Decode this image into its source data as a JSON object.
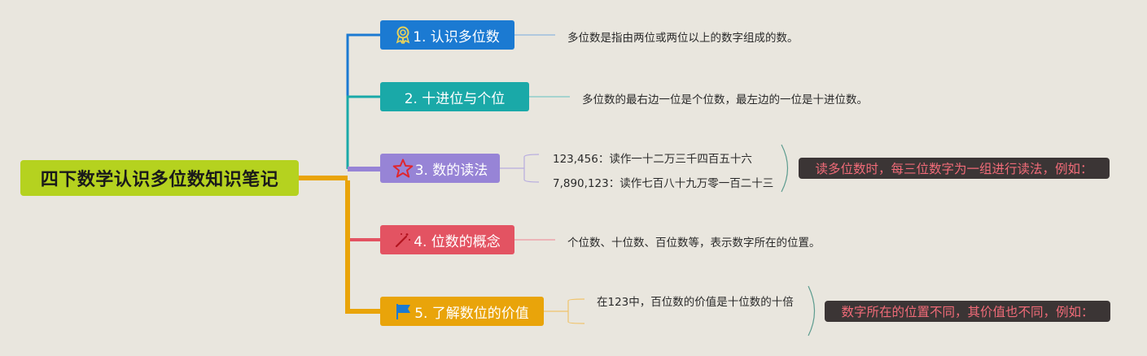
{
  "root": {
    "title": "四下数学认识多位数知识笔记"
  },
  "branches": [
    {
      "label": "1. 认识多位数",
      "icon": "award-ribbon-icon",
      "color": "#1b7ad2",
      "notes": [
        "多位数是指由两位或两位以上的数字组成的数。"
      ]
    },
    {
      "label": "2. 十进位与个位",
      "icon": "",
      "color": "#1aa9a8",
      "notes": [
        "多位数的最右边一位是个位数，最左边的一位是十进位数。"
      ]
    },
    {
      "label": "3. 数的读法",
      "icon": "star-icon",
      "color": "#9784d6",
      "notes": [
        "123,456：读作一十二万三千四百五十六",
        "7,890,123：读作七百八十九万零一百二十三"
      ],
      "callout": "读多位数时，每三位数字为一组进行读法，例如："
    },
    {
      "label": "4. 位数的概念",
      "icon": "magic-wand-icon",
      "color": "#e35362",
      "notes": [
        "个位数、十位数、百位数等，表示数字所在的位置。"
      ]
    },
    {
      "label": "5. 了解数位的价值",
      "icon": "flag-icon",
      "color": "#e9a40a",
      "notes": [
        "在123中，百位数的价值是十位数的十倍"
      ],
      "callout": "数字所在的位置不同，其价值也不同，例如："
    }
  ]
}
